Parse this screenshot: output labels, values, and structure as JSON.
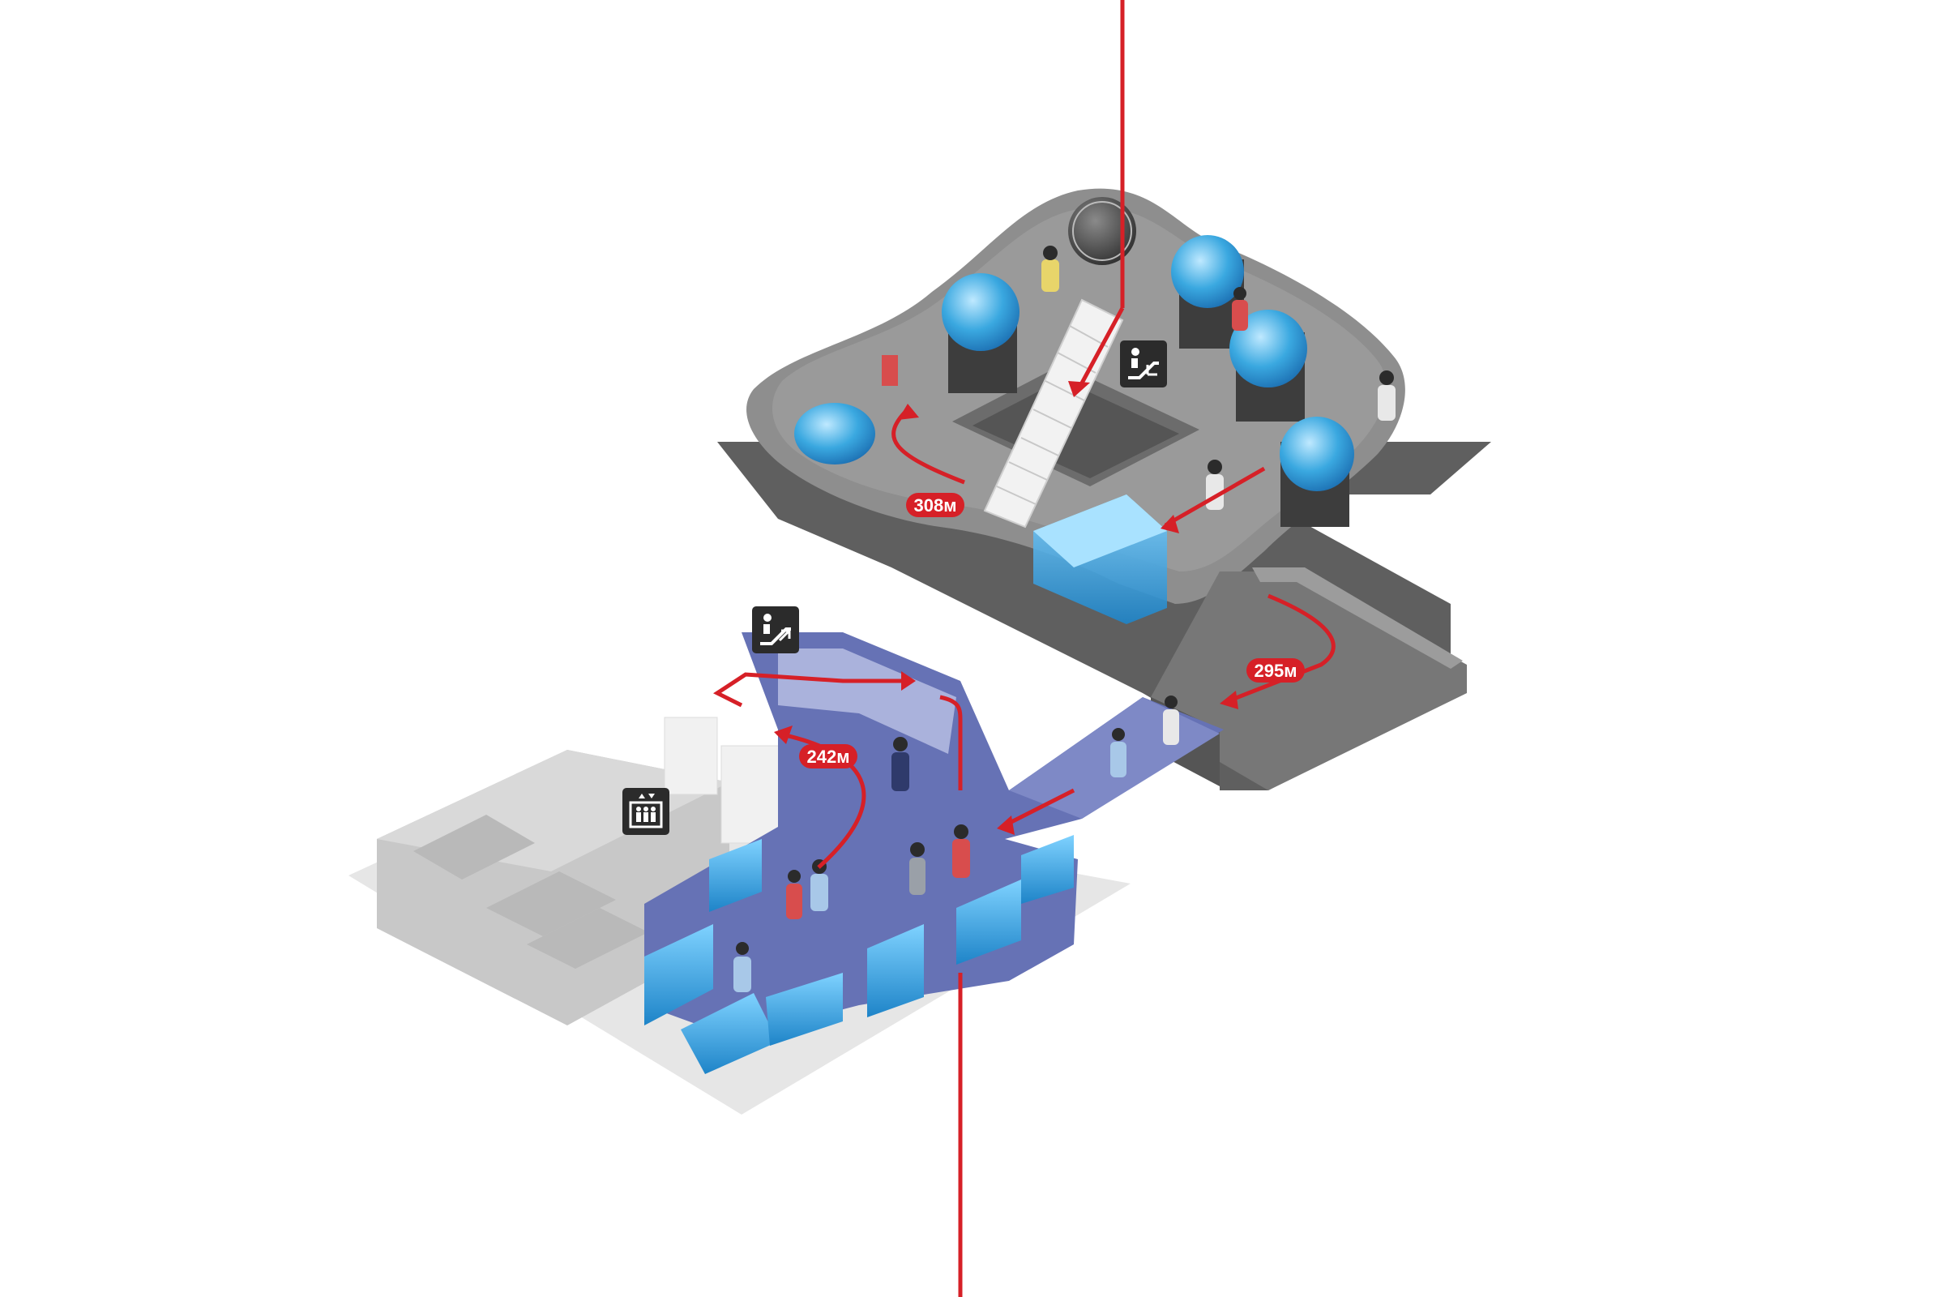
{
  "route": {
    "color": "#d62027",
    "markers": [
      {
        "id": "upper-loop",
        "label": "308м"
      },
      {
        "id": "corridor",
        "label": "295м"
      },
      {
        "id": "lower-hall",
        "label": "242м"
      }
    ]
  },
  "icons": {
    "escalator_down": "escalator-down-icon",
    "escalator_up": "escalator-up-icon",
    "elevator": "elevator-icon"
  },
  "colors": {
    "upper_floor": "#8e8e8e",
    "upper_floor_top": "#9a9a9a",
    "lower_floor": "#6672b5",
    "lower_floor_light": "#aab2dc",
    "annex": "#cfcfcf",
    "tank_water": "#2a9fd8",
    "tank_dark": "#3a3a3a",
    "route": "#d62027"
  }
}
